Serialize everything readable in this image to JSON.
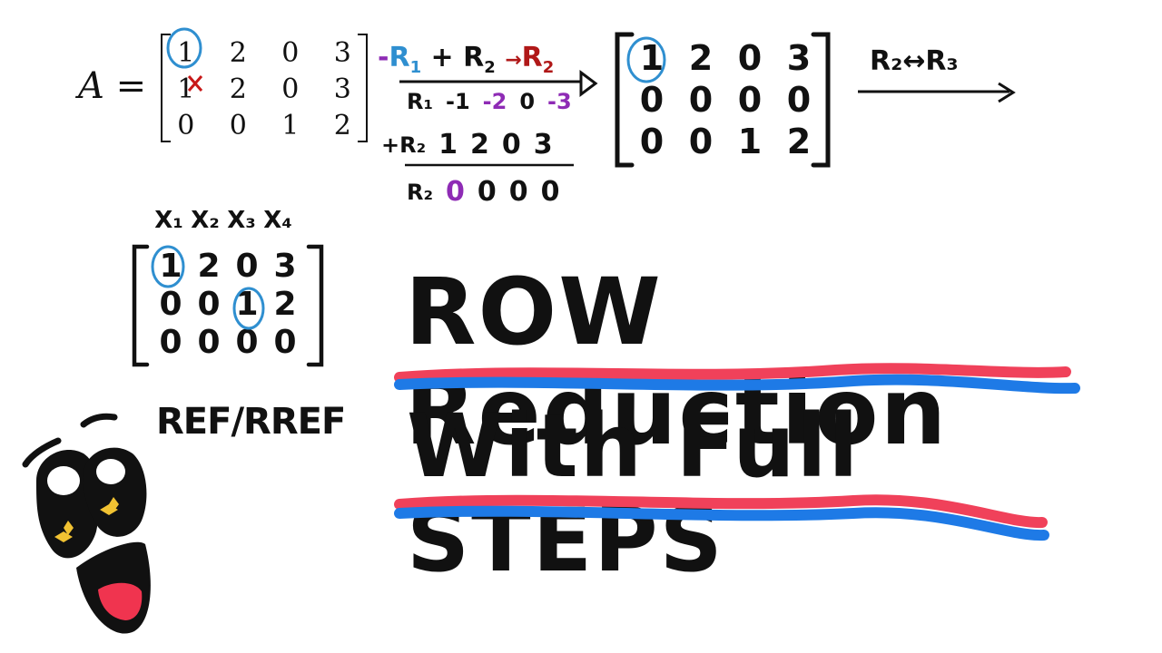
{
  "matrix_a": {
    "label": "A =",
    "rows": [
      [
        "1",
        "2",
        "0",
        "3"
      ],
      [
        "1",
        "2",
        "0",
        "3"
      ],
      [
        "0",
        "0",
        "1",
        "2"
      ]
    ]
  },
  "operation": {
    "neg": "-",
    "r1": "R",
    "r1_sub": "1",
    "plus": "+",
    "r2": "R",
    "r2_sub": "2",
    "arrow": "→",
    "target": "R",
    "target_sub": "2"
  },
  "work_rows": [
    {
      "label": "R₁",
      "values": [
        "-1",
        "-2",
        "0",
        "-3"
      ]
    },
    {
      "label": "+R₂",
      "values": [
        "1",
        "2",
        "0",
        "3"
      ]
    },
    {
      "label": "R₂",
      "values": [
        "0",
        "0",
        "0",
        "0"
      ]
    }
  ],
  "matrix_b": {
    "rows": [
      [
        "1",
        "2",
        "0",
        "3"
      ],
      [
        "0",
        "0",
        "0",
        "0"
      ],
      [
        "0",
        "0",
        "1",
        "2"
      ]
    ]
  },
  "swap_label": "R₂↔R₃",
  "matrix_c": {
    "headers": [
      "X₁",
      "X₂",
      "X₃",
      "X₄"
    ],
    "rows": [
      [
        "1",
        "2",
        "0",
        "3"
      ],
      [
        "0",
        "0",
        "1",
        "2"
      ],
      [
        "0",
        "0",
        "0",
        "0"
      ]
    ]
  },
  "ref_label": "REF/RREF",
  "title": {
    "line1": "ROW Reduction",
    "line2": "With Full STEPS"
  },
  "colors": {
    "blue": "#2f8fd0",
    "red": "#b01818",
    "purple": "#8e2bb5",
    "stroke_red": "#f0415a",
    "stroke_blue": "#1e7ae6",
    "star": "#f1c232"
  }
}
